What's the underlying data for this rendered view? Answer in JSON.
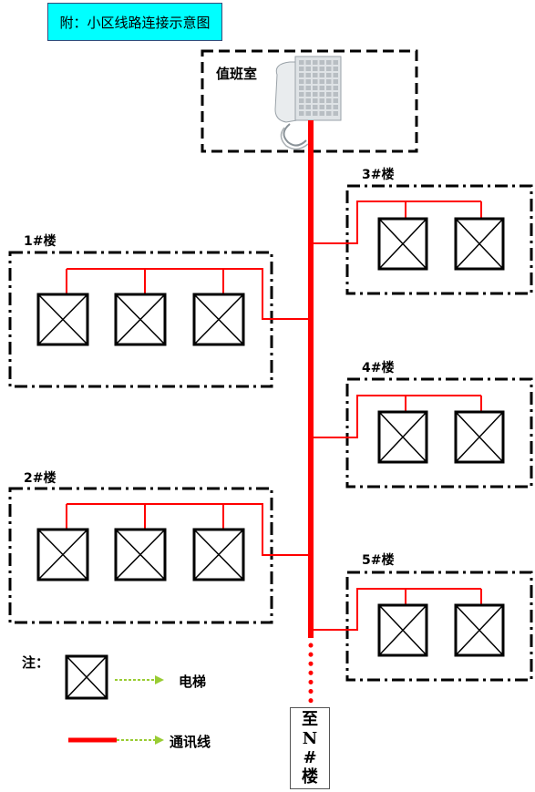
{
  "title": "附：小区线路连接示意图",
  "duty_room": {
    "label": "值班室",
    "device": "intercom-console"
  },
  "buildings": [
    {
      "label": "1#楼",
      "elevators": 3
    },
    {
      "label": "2#楼",
      "elevators": 3
    },
    {
      "label": "3#楼",
      "elevators": 2
    },
    {
      "label": "4#楼",
      "elevators": 2
    },
    {
      "label": "5#楼",
      "elevators": 2
    }
  ],
  "continuation": [
    "至",
    "N",
    "#",
    "楼"
  ],
  "legend": {
    "note": "注：",
    "elevator": "电梯",
    "comm_line": "通讯线"
  },
  "colors": {
    "comm_line": "#ff0000",
    "arrow": "#99cc33",
    "title_bg": "#00ffff",
    "frame": "#000000"
  }
}
